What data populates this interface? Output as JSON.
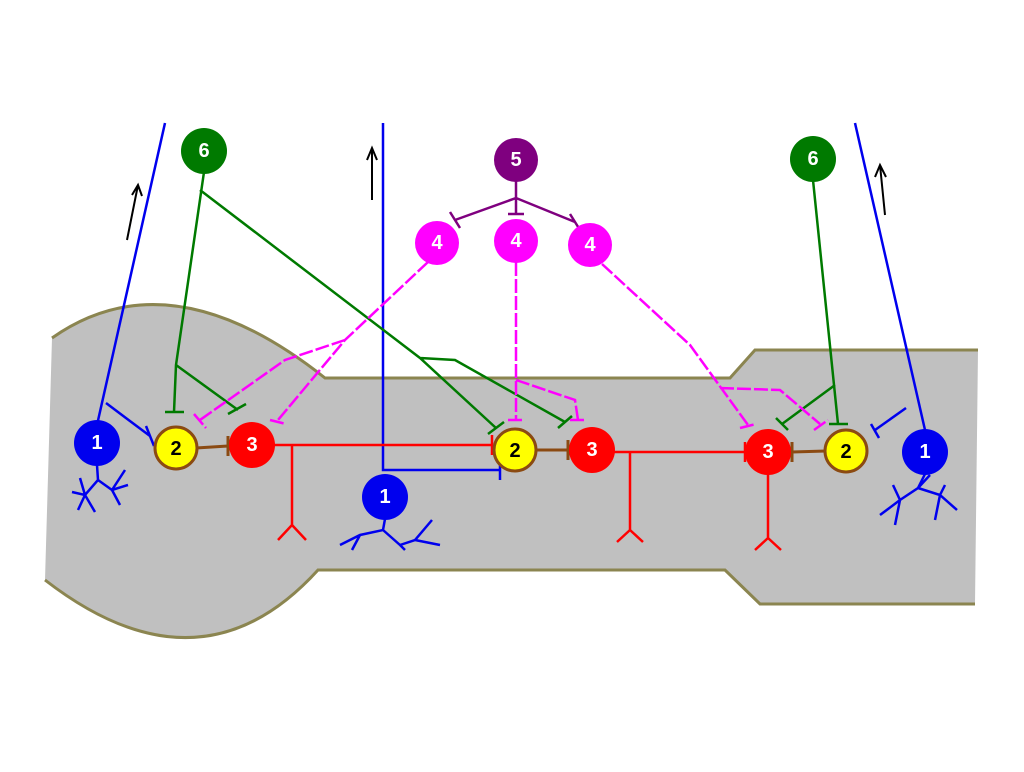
{
  "cells": {
    "receptor_left": "1",
    "receptor_center": "1",
    "receptor_right": "1",
    "periglomerular_left": "2",
    "periglomerular_center": "2",
    "periglomerular_right": "2",
    "mitral_left": "3",
    "mitral_center": "3",
    "mitral_right": "3",
    "interneuron_left": "4",
    "interneuron_center": "4",
    "interneuron_right": "4",
    "modulator_top": "5",
    "projection_left": "6",
    "projection_right": "6"
  },
  "colors": {
    "receptor": "#0000ee",
    "periglomerular": "#ffff00",
    "mitral": "#ff0000",
    "interneuron": "#ff00ff",
    "modulator": "#7f007f",
    "projection": "#007a00",
    "tissue": "#c0c0c0",
    "outline": "#8b8550"
  }
}
